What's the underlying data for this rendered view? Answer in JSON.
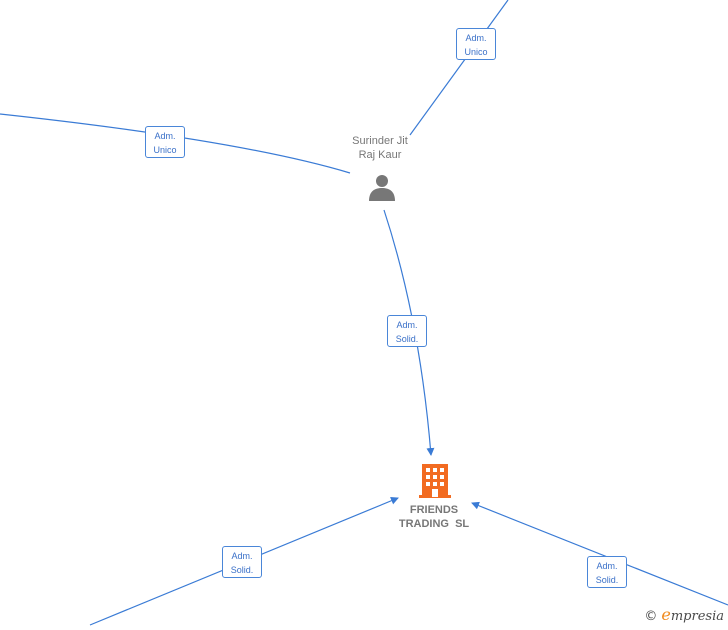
{
  "nodes": {
    "person": {
      "name_line1": "Surinder Jit",
      "name_line2": "Raj Kaur",
      "icon": "person-icon"
    },
    "company": {
      "name_line1": "FRIENDS",
      "name_line2": "TRADING  SL",
      "icon": "building-icon"
    }
  },
  "edges": [
    {
      "line1": "Adm.",
      "line2": "Unico"
    },
    {
      "line1": "Adm.",
      "line2": "Unico"
    },
    {
      "line1": "Adm.",
      "line2": "Solid."
    },
    {
      "line1": "Adm.",
      "line2": "Solid."
    },
    {
      "line1": "Adm.",
      "line2": "Solid."
    }
  ],
  "colors": {
    "edge": "#3a7bd5",
    "company_icon": "#f26b21",
    "person_icon": "#777777"
  },
  "watermark": {
    "copyright": "©",
    "brand_first": "e",
    "brand_rest": "mpresia"
  }
}
